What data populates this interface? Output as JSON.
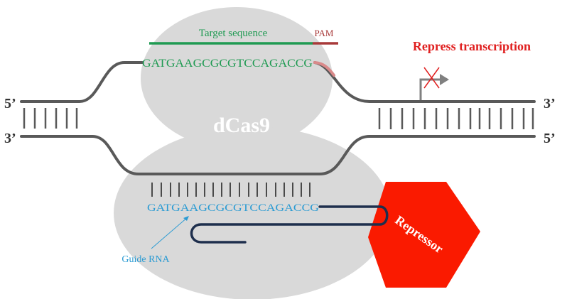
{
  "diagram": {
    "title": "CRISPR interference (CRISPRi) with dCas9-repressor",
    "protein_label": "dCas9",
    "target_label": "Target sequence",
    "pam_label": "PAM",
    "target_sequence": "GATGAAGCGCGTCCAGACCG",
    "guide_sequence": "GATGAAGCGCGTCCAGACCG",
    "guide_label": "Guide RNA",
    "repressor_label": "Repressor",
    "outcome_label": "Repress transcription",
    "left_top_end": "5’",
    "left_bottom_end": "3’",
    "right_top_end": "3’",
    "right_bottom_end": "5’",
    "colors": {
      "protein": "#d9d9d9",
      "dna": "#595959",
      "target": "#1f9a52",
      "pam": "#a83a3a",
      "guide_text": "#2b9bd3",
      "guide_rna": "#1e2f4d",
      "repressor": "#fa1a00",
      "outcome": "#e02020",
      "promoter": "#808080",
      "cross": "#e02020"
    }
  }
}
